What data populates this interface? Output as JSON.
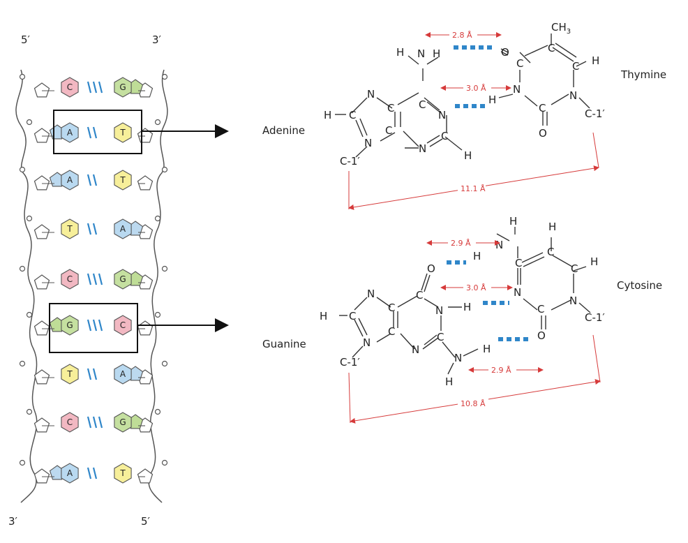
{
  "strand_ends": {
    "top_left": "5′",
    "top_right": "3′",
    "bottom_left": "3′",
    "bottom_right": "5′"
  },
  "base_pairs": [
    {
      "left": "C",
      "right": "G"
    },
    {
      "left": "A",
      "right": "T"
    },
    {
      "left": "A",
      "right": "T"
    },
    {
      "left": "T",
      "right": "A"
    },
    {
      "left": "C",
      "right": "G"
    },
    {
      "left": "G",
      "right": "C"
    },
    {
      "left": "T",
      "right": "A"
    },
    {
      "left": "C",
      "right": "G"
    },
    {
      "left": "A",
      "right": "T"
    }
  ],
  "base_colors": {
    "A": "#b9d9f0",
    "T": "#f7ef9a",
    "G": "#c5e0a0",
    "C": "#f2b8c2",
    "sugar_A": "#bcd9ef",
    "sugar_G": "#bfdd97"
  },
  "accent_colors": {
    "hbond": "#2f86c9",
    "distance": "#d63a3a"
  },
  "at_pair": {
    "adenine_label": "Adenine",
    "thymine_label": "Thymine",
    "dist_top": "2.8 Å",
    "dist_mid": "3.0 Å",
    "dist_total": "11.1 Å",
    "methyl": "CH",
    "methyl_sub": "3"
  },
  "gc_pair": {
    "guanine_label": "Guanine",
    "cytosine_label": "Cytosine",
    "dist_top": "2.9 Å",
    "dist_mid": "3.0 Å",
    "dist_bottom": "2.9 Å",
    "dist_total": "10.8 Å"
  },
  "atoms": {
    "N": "N",
    "C": "C",
    "H": "H",
    "O": "O",
    "C1": "C-1′"
  }
}
